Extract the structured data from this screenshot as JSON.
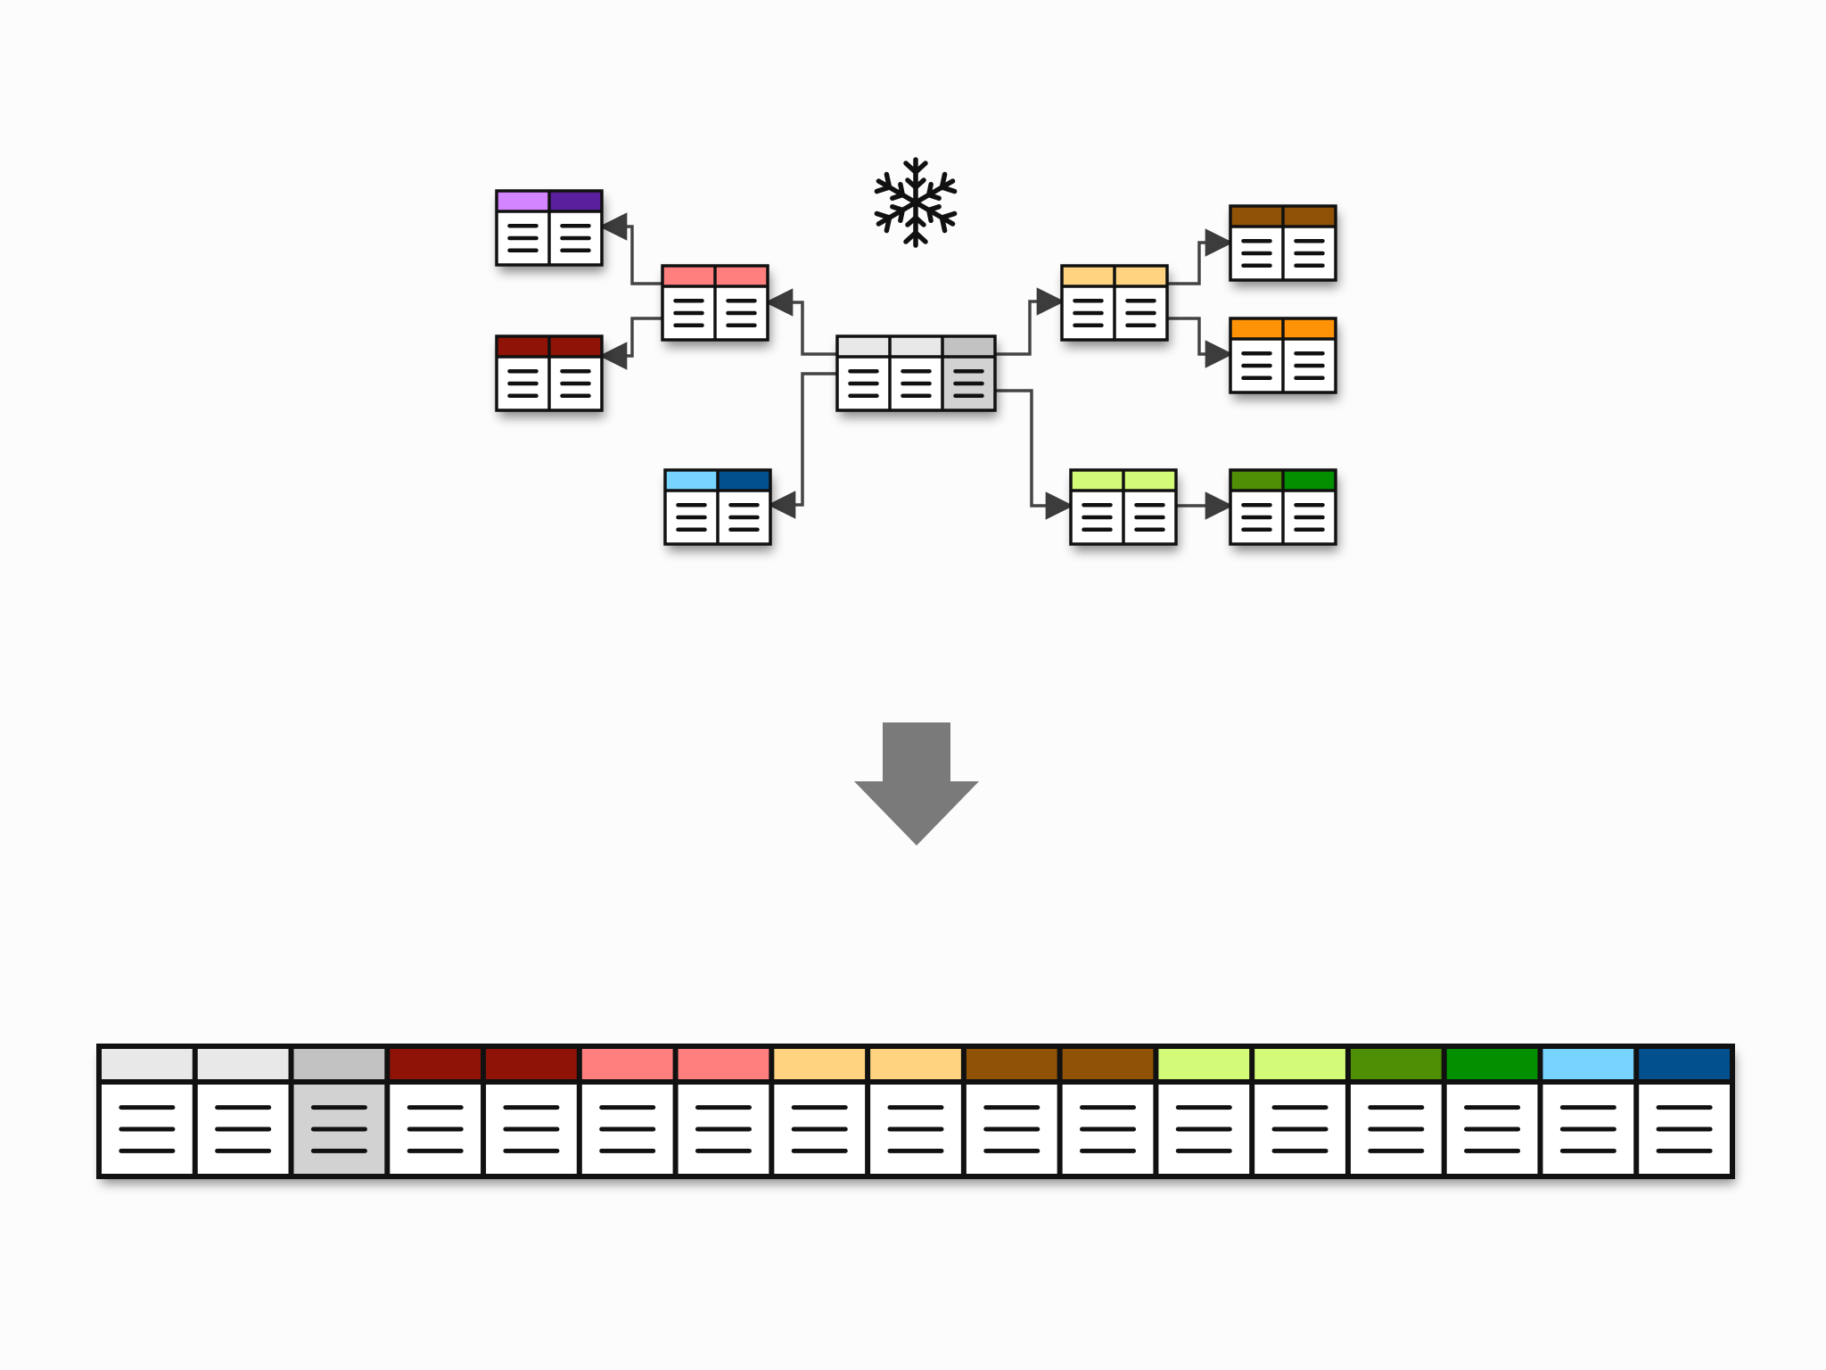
{
  "diagram": {
    "icon": "snowflake-icon",
    "transform_icon": "arrow-down-icon",
    "tables": [
      {
        "id": "fact",
        "colors": [
          "#e8e8e8",
          "#e8e8e8",
          "#c2c2c2"
        ],
        "body_colors": [
          "#ffffff",
          "#ffffff",
          "#d2d2d2"
        ]
      },
      {
        "id": "pink",
        "colors": [
          "#ff7f7f",
          "#ff7f7f"
        ]
      },
      {
        "id": "purple",
        "colors": [
          "#d384ff",
          "#5a1f9c"
        ]
      },
      {
        "id": "darkred",
        "colors": [
          "#8f1306",
          "#8f1306"
        ]
      },
      {
        "id": "lightblue",
        "colors": [
          "#76d4ff",
          "#03508f"
        ]
      },
      {
        "id": "yellow",
        "colors": [
          "#ffd380",
          "#ffd380"
        ]
      },
      {
        "id": "brown",
        "colors": [
          "#8f5206",
          "#8f5206"
        ]
      },
      {
        "id": "orange",
        "colors": [
          "#ff9307",
          "#ff9307"
        ]
      },
      {
        "id": "lime",
        "colors": [
          "#d4fb78",
          "#d4fb78"
        ]
      },
      {
        "id": "green",
        "colors": [
          "#4e8f06",
          "#028f00"
        ]
      }
    ],
    "edges": [
      [
        "fact",
        "pink"
      ],
      [
        "pink",
        "purple"
      ],
      [
        "pink",
        "darkred"
      ],
      [
        "fact",
        "lightblue"
      ],
      [
        "fact",
        "yellow"
      ],
      [
        "yellow",
        "brown"
      ],
      [
        "yellow",
        "orange"
      ],
      [
        "fact",
        "lime"
      ],
      [
        "lime",
        "green"
      ]
    ],
    "flat_table": {
      "colors": [
        "#e8e8e8",
        "#e8e8e8",
        "#c2c2c2",
        "#8f1306",
        "#8f1306",
        "#ff7f7f",
        "#ff7f7f",
        "#ffd380",
        "#ffd380",
        "#8f5206",
        "#8f5206",
        "#d4fb78",
        "#d4fb78",
        "#4e8f06",
        "#028f00",
        "#76d4ff",
        "#03508f"
      ],
      "body_colors": [
        "#ffffff",
        "#ffffff",
        "#d2d2d2",
        "#ffffff",
        "#ffffff",
        "#ffffff",
        "#ffffff",
        "#ffffff",
        "#ffffff",
        "#ffffff",
        "#ffffff",
        "#ffffff",
        "#ffffff",
        "#ffffff",
        "#ffffff",
        "#ffffff",
        "#ffffff"
      ]
    }
  }
}
